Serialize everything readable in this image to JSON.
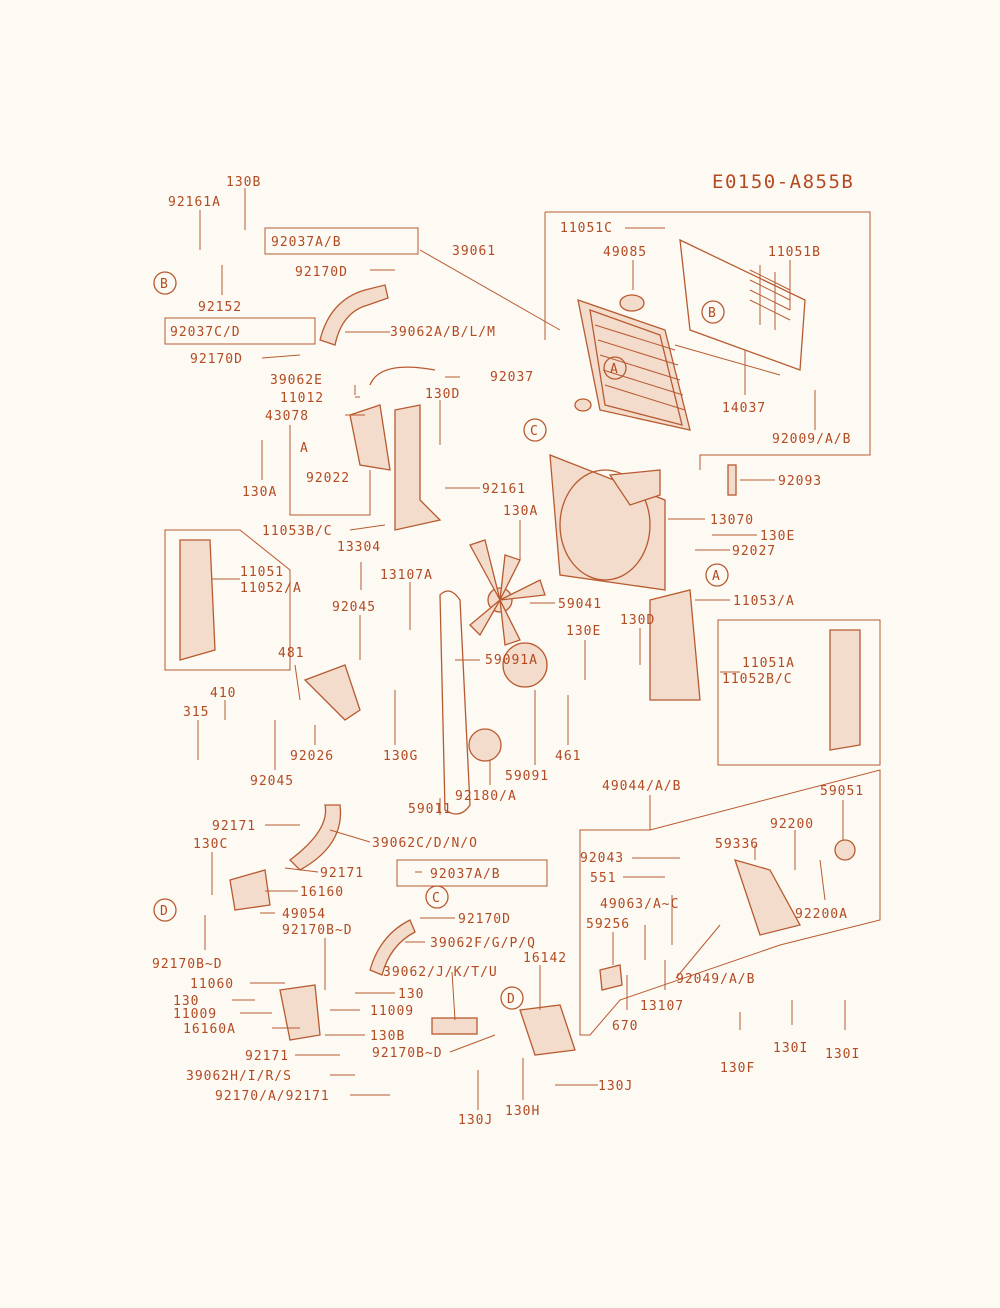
{
  "diagram_code": "E0150-A855B",
  "colors": {
    "ink": "#b34a22",
    "line": "#b85a30",
    "paper": "#fdfaf3"
  },
  "labels": {
    "l130B_top": "130B",
    "l92161A": "92161A",
    "l92152": "92152",
    "l92037AB_top": "92037A/B",
    "l92170D_1": "92170D",
    "l92037CD": "92037C/D",
    "l39062ABLM": "39062A/B/L/M",
    "l92170D_2": "92170D",
    "l39062E": "39062E",
    "l92037": "92037",
    "l11012": "11012",
    "l43078": "43078",
    "l130D_1": "130D",
    "l130A_1": "130A",
    "l92022": "92022",
    "l92161": "92161",
    "l11053BC": "11053B/C",
    "l39061": "39061",
    "l11051C": "11051C",
    "l49085": "49085",
    "l11051B": "11051B",
    "l14037": "14037",
    "l92009AB": "92009/A/B",
    "l92093": "92093",
    "l13070": "13070",
    "l130E_1": "130E",
    "l92027": "92027",
    "l130A_2": "130A",
    "l13304": "13304",
    "l11051": "11051",
    "l11052A": "11052/A",
    "l13107A": "13107A",
    "l92045_1": "92045",
    "l59041": "59041",
    "l11053A": "11053/A",
    "l130D_2": "130D",
    "l59091A": "59091A",
    "l130E_2": "130E",
    "l481": "481",
    "l410": "410",
    "l315": "315",
    "l92026": "92026",
    "l130G": "130G",
    "l92045_2": "92045",
    "l461": "461",
    "l59091": "59091",
    "l92180A": "92180/A",
    "l59011": "59011",
    "l11051A": "11051A",
    "l11052BC": "11052B/C",
    "l49044AB": "49044/A/B",
    "l59051": "59051",
    "l92171_1": "92171",
    "l39062CDND": "39062C/D/N/O",
    "l130C": "130C",
    "l92171_2": "92171",
    "l16160": "16160",
    "l92037AB_2": "92037A/B",
    "l49054": "49054",
    "l92170D_3": "92170D",
    "l92170BD_1": "92170B~D",
    "l39062FGPQ": "39062F/G/P/Q",
    "l92170BD_2": "92170B~D",
    "l39062JKTU": "39062/J/K/T/U",
    "l16142": "16142",
    "l11060": "11060",
    "l130_1": "130",
    "l130_2": "130",
    "l11009_1": "11009",
    "l11009_2": "11009",
    "l16160A": "16160A",
    "l130B_2": "130B",
    "l92170BD_3": "92170B~D",
    "l92171_3": "92171",
    "l39062HIRS": "39062H/I/R/S",
    "l92170A92171": "92170/A/92171",
    "l130J_1": "130J",
    "l130J_2": "130J",
    "l130H": "130H",
    "l92043": "92043",
    "l551": "551",
    "l49063AC": "49063/A~C",
    "l59256": "59256",
    "l59336": "59336",
    "l92200": "92200",
    "l92200A": "92200A",
    "l92049AB": "92049/A/B",
    "l670": "670",
    "l13107": "13107",
    "l130F": "130F",
    "l130I_1": "130I",
    "l130I_2": "130I"
  },
  "callouts": {
    "A": "A",
    "B": "B",
    "C": "C",
    "D": "D"
  }
}
